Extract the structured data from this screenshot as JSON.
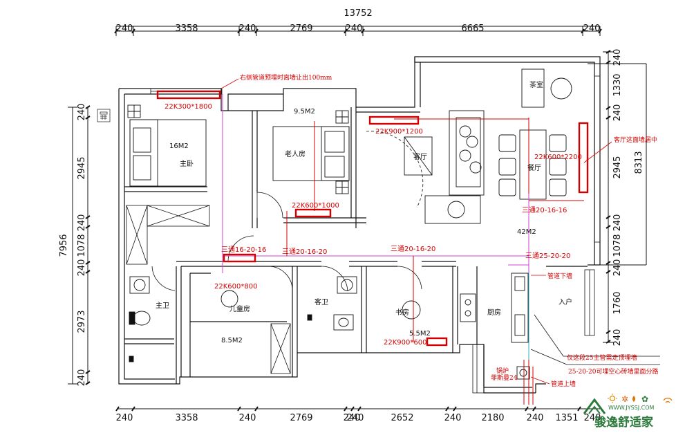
{
  "dimensions": {
    "total_top": "13752",
    "top": [
      "240",
      "3358",
      "240",
      "2769",
      "240",
      "6665",
      "240"
    ],
    "bottom": [
      "240",
      "3358",
      "240",
      "2769",
      "240",
      "240",
      "2652",
      "240",
      "2180",
      "240",
      "1351",
      "240"
    ],
    "left_total": "7956",
    "left": [
      "240",
      "2945",
      "240",
      "1078",
      "240",
      "2973",
      "240"
    ],
    "right_total": "8313",
    "right": [
      "240",
      "1330",
      "240",
      "2945",
      "240",
      "1078",
      "240",
      "1760",
      "240"
    ]
  },
  "rooms": {
    "master_bedroom": "主卧",
    "master_area": "16M2",
    "elder_room": "老人房",
    "elder_area": "9.5M2",
    "living_room": "客厅",
    "dining_room": "餐厅",
    "lounge": "茶室",
    "living_area": "42M2",
    "main_bath": "主卫",
    "kids_room": "儿童房",
    "kids_area": "8.5M2",
    "guest_bath": "客卫",
    "study": "书房",
    "study_area": "5.5M2",
    "kitchen": "厨房",
    "entry": "入户"
  },
  "radiators": [
    "22K300*1800",
    "22K900*1200",
    "22K600*2200",
    "22K600*1000",
    "22K600*800",
    "22K900*600"
  ],
  "pipes": [
    "三通20-16-16",
    "三通20-16-20",
    "三通20-16-20",
    "三通25-20-20",
    "三通16-20-16"
  ],
  "notes": {
    "right_pipe": "右侧管道预埋时离墙让出100mm",
    "living_wall": "客厅这面墙居中",
    "pipe_down": "管道下墙",
    "pipe_up": "管道上墙",
    "main_pipe": "仅这段25主管需走顶埋墙",
    "branch": "25-20-20可埋空心砖墙里面分路",
    "boiler": "锅炉",
    "boiler_model": "菲斯曼24"
  },
  "brand": {
    "name": "骏逸舒适家",
    "url": "WWW.JYSSJ.COM"
  }
}
